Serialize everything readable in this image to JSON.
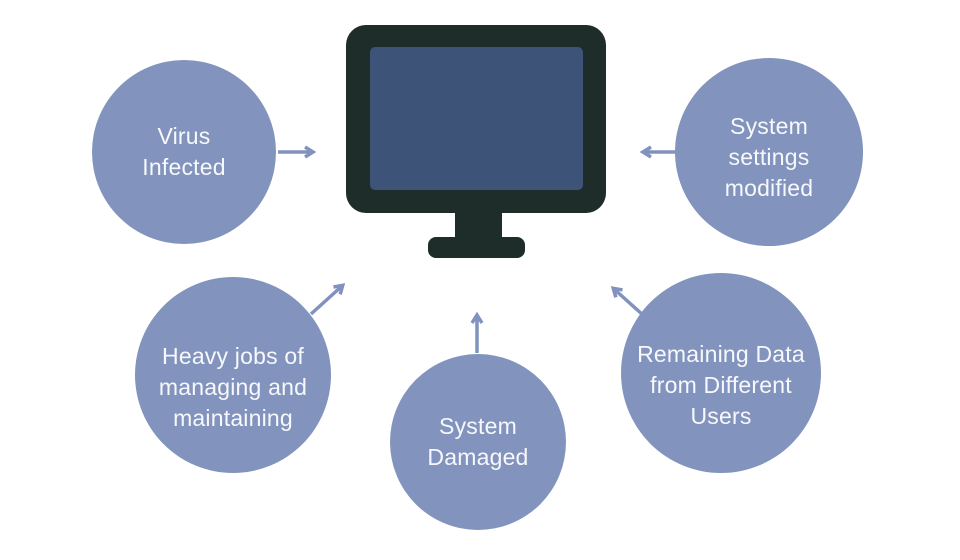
{
  "diagram": {
    "description": "Computer system problems diagram: five circular labels pointing to a central computer monitor",
    "center_icon": "computer-monitor-icon",
    "nodes": [
      {
        "id": "virus-infected",
        "label": "Virus\nInfected"
      },
      {
        "id": "system-settings-modified",
        "label": "System\nsettings\nmodified"
      },
      {
        "id": "heavy-jobs",
        "label": "Heavy jobs of\nmanaging and\nmaintaining"
      },
      {
        "id": "system-damaged",
        "label": "System\nDamaged"
      },
      {
        "id": "remaining-data",
        "label": "Remaining Data\nfrom Different\nUsers"
      }
    ]
  },
  "colors": {
    "background": "#FFFFFF",
    "circle_fill": "#8294BE",
    "arrow": "#8192BE",
    "monitor_frame": "#1F2D2A",
    "monitor_screen": "#3D5377",
    "text": "#F7F8FB"
  }
}
